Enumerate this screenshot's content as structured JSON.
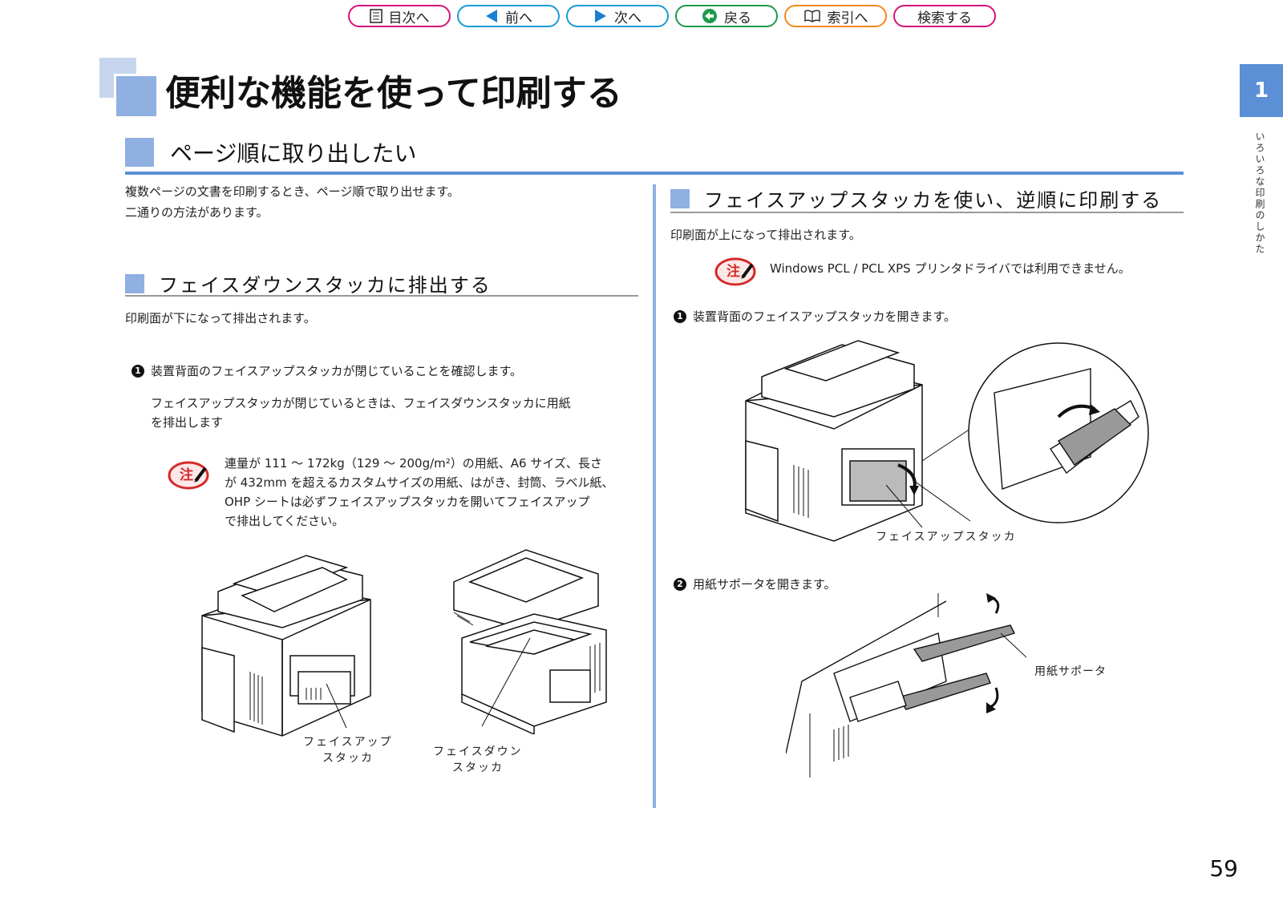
{
  "nav": {
    "toc": "目次へ",
    "prev": "前へ",
    "next": "次へ",
    "back": "戻る",
    "index": "索引へ",
    "search": "検索する"
  },
  "chapter": {
    "number": "1",
    "label": "いろいろな印刷のしかた"
  },
  "title": "便利な機能を使って印刷する",
  "section": {
    "heading": "ページ順に取り出したい",
    "intro_line1": "複数ページの文書を印刷するとき、ページ順で取り出せます。",
    "intro_line2": "二通りの方法があります。"
  },
  "left": {
    "heading": "フェイスダウンスタッカに排出する",
    "lead": "印刷面が下になって排出されます。",
    "step1_num": "1",
    "step1": "装置背面のフェイスアップスタッカが閉じていることを確認します。",
    "step1_detail_line1": "フェイスアップスタッカが閉じているときは、フェイスダウンスタッカに用紙",
    "step1_detail_line2": "を排出します",
    "note_badge": "注",
    "note_line1": "連量が 111 〜 172kg（129 〜 200g/m²）の用紙、A6 サイズ、長さ",
    "note_line2": "が 432mm を超えるカスタムサイズの用紙、はがき、封筒、ラベル紙、",
    "note_line3": "OHP シートは必ずフェイスアップスタッカを開いてフェイスアップ",
    "note_line4": "で排出してください。",
    "caption_up_1": "フェイスアップ",
    "caption_up_2": "スタッカ",
    "caption_down_1": "フェイスダウン",
    "caption_down_2": "スタッカ"
  },
  "right": {
    "heading": "フェイスアップスタッカを使い、逆順に印刷する",
    "lead": "印刷面が上になって排出されます。",
    "note_badge": "注",
    "note": "Windows PCL / PCL XPS プリンタドライバでは利用できません。",
    "step1_num": "1",
    "step1": "装置背面のフェイスアップスタッカを開きます。",
    "caption1": "フェイスアップスタッカ",
    "step2_num": "2",
    "step2": "用紙サポータを開きます。",
    "caption2": "用紙サポータ"
  },
  "page_number": "59",
  "colors": {
    "accent_blue": "#5b8fd6",
    "light_blue": "#8fb0e0",
    "nav_pink": "#d4157a",
    "nav_blue": "#1b9bd7",
    "nav_green": "#1b9b4b",
    "nav_orange": "#f08a1c",
    "note_red": "#d42a2a"
  }
}
